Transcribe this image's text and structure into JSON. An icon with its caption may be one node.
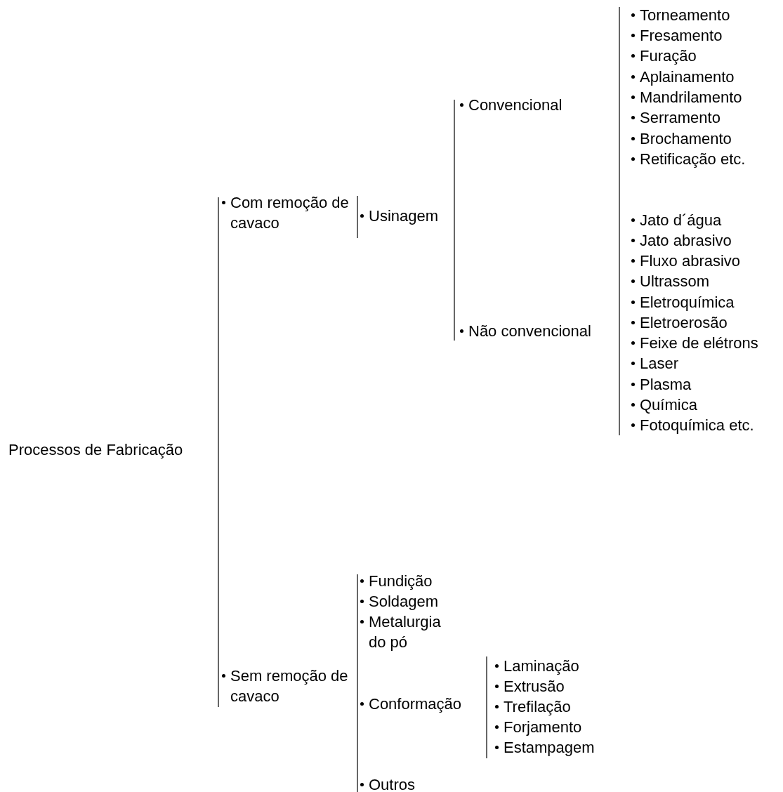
{
  "diagram": {
    "labels": [
      "Processos de Fabricação",
      "Com remoção de cavaco",
      "Usinagem",
      "Convencional",
      "Torneamento",
      "Fresamento",
      "Furação",
      "Aplainamento",
      "Mandrilamento",
      "Serramento",
      "Brochamento",
      "Retificação etc.",
      "Não convencional",
      "Jato d´água",
      "Jato abrasivo",
      "Fluxo abrasivo",
      "Ultrassom",
      "Eletroquímica",
      "Eletroerosão",
      "Feixe de elétrons",
      "Laser",
      "Plasma",
      "Química",
      "Fotoquímica etc.",
      "Sem remoção de cavaco",
      "Fundição",
      "Soldagem",
      "Metalurgia do pó",
      "Conformação",
      "Laminação",
      "Extrusão",
      "Trefilação",
      "Forjamento",
      "Estampagem",
      "Outros"
    ]
  }
}
